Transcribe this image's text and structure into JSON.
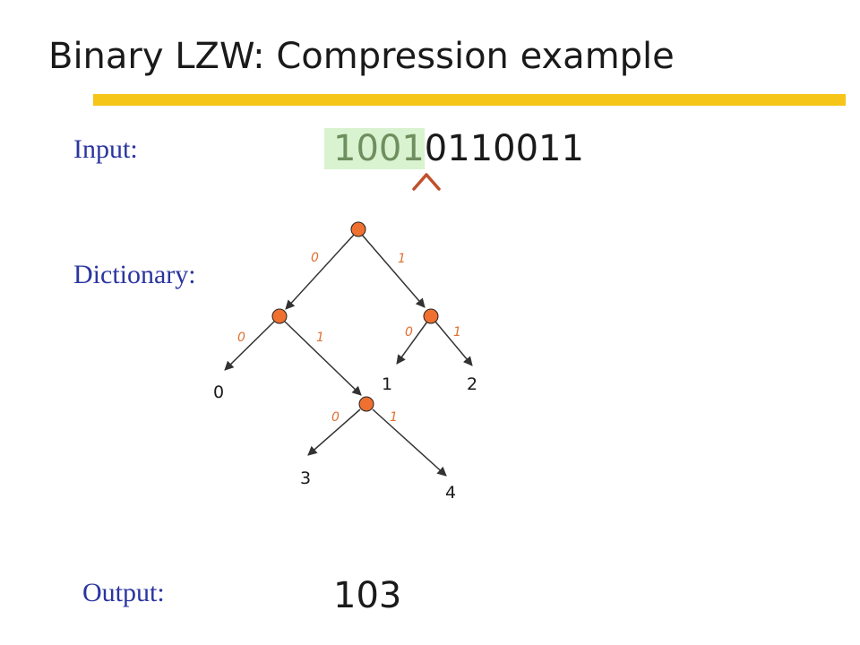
{
  "slide": {
    "title": "Binary LZW: Compression example",
    "accent_color": "#f5c518"
  },
  "input": {
    "label": "Input:",
    "consumed": "1001",
    "remaining": "0110011",
    "highlight_color": "#d9f2d0",
    "consumed_color": "#6e8f5e",
    "label_color": "#2a35a0"
  },
  "pointer": {
    "glyph": "^",
    "color": "#c0502a"
  },
  "dictionary": {
    "label": "Dictionary:",
    "node_color": "#f07030",
    "edge_label_color": "#e07030",
    "leaves": [
      {
        "id": "leaf-0",
        "code": "0"
      },
      {
        "id": "leaf-1",
        "code": "1"
      },
      {
        "id": "leaf-2",
        "code": "2"
      },
      {
        "id": "leaf-3",
        "code": "3"
      },
      {
        "id": "leaf-4",
        "code": "4"
      }
    ],
    "edges": [
      {
        "id": "root-left",
        "bit": "0"
      },
      {
        "id": "root-right",
        "bit": "1"
      },
      {
        "id": "l-left",
        "bit": "0"
      },
      {
        "id": "l-right",
        "bit": "1"
      },
      {
        "id": "r-left",
        "bit": "0"
      },
      {
        "id": "r-right",
        "bit": "1"
      },
      {
        "id": "lr-left",
        "bit": "0"
      },
      {
        "id": "lr-right",
        "bit": "1"
      }
    ]
  },
  "output": {
    "label": "Output:",
    "value": "103"
  }
}
